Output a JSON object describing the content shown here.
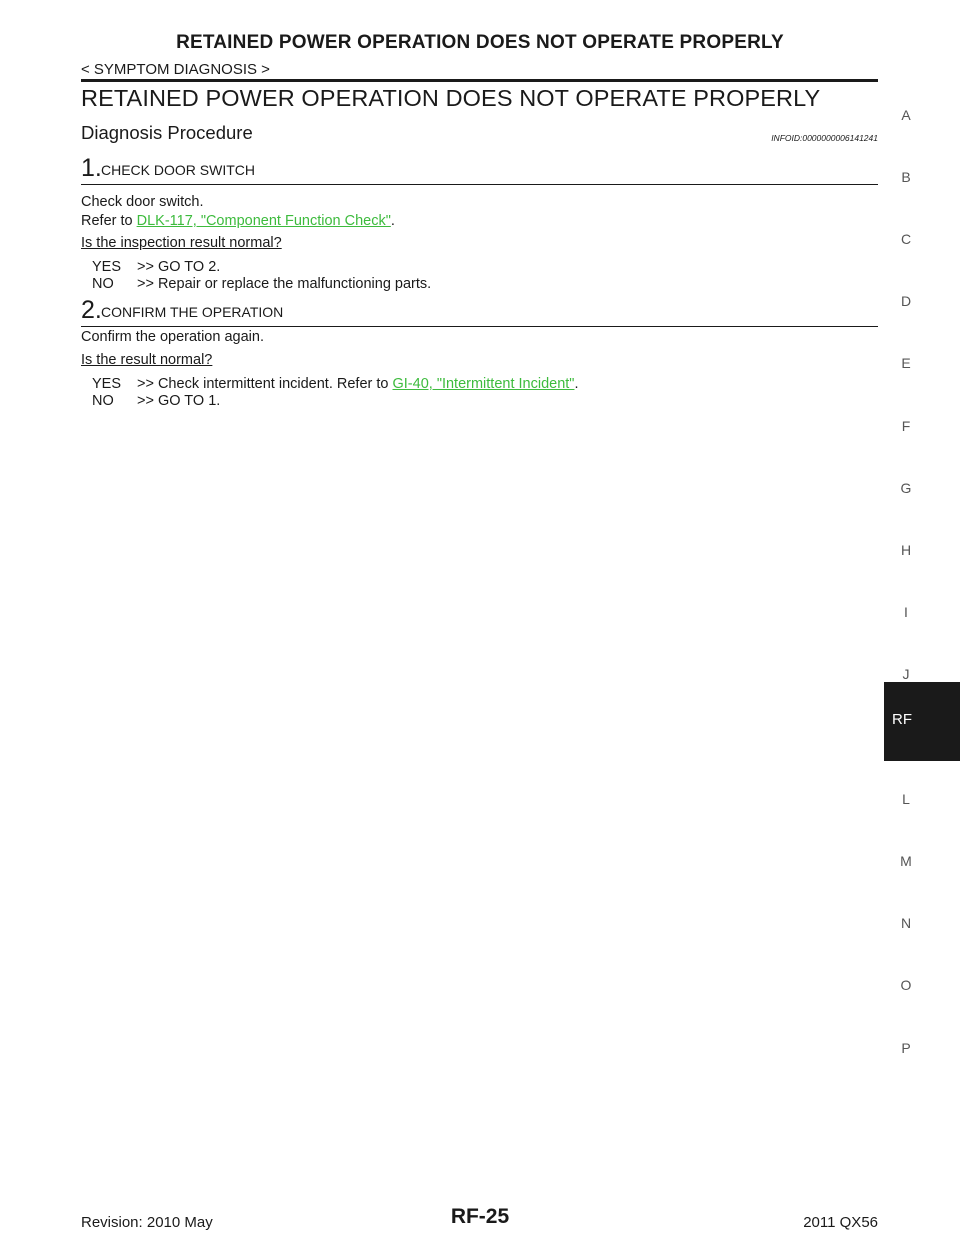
{
  "header": {
    "title": "RETAINED POWER OPERATION DOES NOT OPERATE PROPERLY",
    "breadcrumb": "< SYMPTOM DIAGNOSIS >"
  },
  "section_title": "RETAINED POWER OPERATION DOES NOT OPERATE PROPERLY",
  "procedure": {
    "title": "Diagnosis Procedure",
    "infoid": "INFOID:0000000006141241"
  },
  "steps": [
    {
      "num": "1.",
      "title": "CHECK DOOR SWITCH",
      "text1": "Check door switch.",
      "refer_prefix": "Refer to ",
      "link": "DLK-117, \"Component Function Check\"",
      "refer_suffix": ".",
      "question": "Is the inspection result normal?",
      "yes_key": "YES",
      "yes_text": ">> GO TO 2.",
      "no_key": "NO",
      "no_text": ">> Repair or replace the malfunctioning parts."
    },
    {
      "num": "2.",
      "title": "CONFIRM THE OPERATION",
      "text1": "Confirm the operation again.",
      "question": "Is the result normal?",
      "yes_key": "YES",
      "yes_text_prefix": ">> Check intermittent incident. Refer to ",
      "yes_link": "GI-40, \"Intermittent Incident\"",
      "yes_text_suffix": ".",
      "no_key": "NO",
      "no_text": ">> GO TO 1."
    }
  ],
  "side_index": [
    "A",
    "B",
    "C",
    "D",
    "E",
    "F",
    "G",
    "H",
    "I",
    "J",
    "L",
    "M",
    "N",
    "O",
    "P"
  ],
  "side_tab": "RF",
  "footer": {
    "revision": "Revision: 2010 May",
    "page": "RF-25",
    "model": "2011 QX56"
  },
  "colors": {
    "link": "#3dbb3d",
    "tab": "#1a1a1a"
  }
}
